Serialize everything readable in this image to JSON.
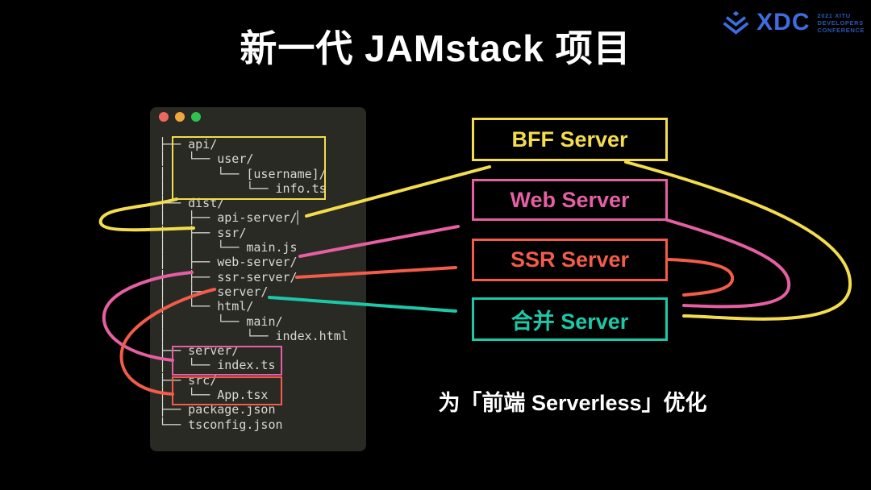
{
  "slide": {
    "title": "新一代 JAMstack 项目",
    "caption": "为「前端 Serverless」优化"
  },
  "logo": {
    "brand": "XDC",
    "icon": "juejin-logo",
    "tagline_lines": [
      "2021 XITU",
      "DEVELOPERS",
      "CONFERENCE"
    ]
  },
  "window": {
    "controls": [
      "close",
      "minimize",
      "fullscreen"
    ],
    "tree": [
      "├── api/",
      "│   └── user/",
      "│       └── [username]/",
      "│           └── info.ts",
      "├── dist/",
      "│   ├── api-server/▏",
      "│   ├── ssr/",
      "│   │   └── main.js",
      "│   ├── web-server/",
      "│   ├── ssr-server/",
      "│   ├── server/",
      "│   └── html/",
      "│       └── main/",
      "│           └── index.html",
      "├── server/",
      "│   └── index.ts",
      "├── src/",
      "│   └── App.tsx",
      "├── package.json",
      "└── tsconfig.json"
    ]
  },
  "servers": [
    {
      "label": "BFF Server",
      "color": "#f3dd4d"
    },
    {
      "label": "Web Server",
      "color": "#e55fa3"
    },
    {
      "label": "SSR Server",
      "color": "#f25c49"
    },
    {
      "label": "合并 Server",
      "color": "#1bc9a9"
    }
  ],
  "colors": {
    "background": "#000000",
    "window": "#2a2a25",
    "tree_text": "#d9d9d3",
    "yellow": "#f3dd4d",
    "pink": "#e55fa3",
    "orange": "#f25c49",
    "teal": "#1bc9a9",
    "brand_blue": "#3e6de0"
  },
  "arrows": [
    {
      "name": "api-box-to-api-server",
      "color": "#f3dd4d"
    },
    {
      "name": "api-server-to-bff",
      "color": "#f3dd4d"
    },
    {
      "name": "bff-to-merge",
      "color": "#f3dd4d"
    },
    {
      "name": "main-js-to-web",
      "color": "#e55fa3"
    },
    {
      "name": "server-box-to-web-server",
      "color": "#e55fa3"
    },
    {
      "name": "web-to-merge",
      "color": "#e55fa3"
    },
    {
      "name": "ssr-server-to-ssr",
      "color": "#f25c49"
    },
    {
      "name": "src-box-to-ssr-server",
      "color": "#f25c49"
    },
    {
      "name": "ssr-to-merge",
      "color": "#f25c49"
    },
    {
      "name": "server-to-merge",
      "color": "#1bc9a9"
    }
  ]
}
